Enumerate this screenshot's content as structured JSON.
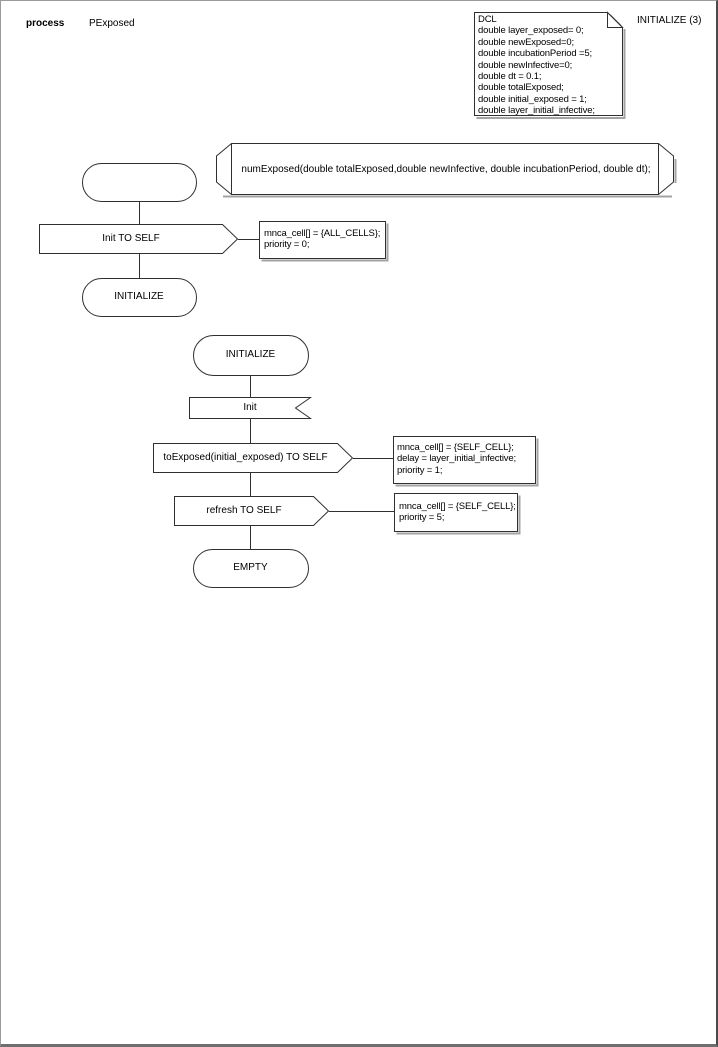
{
  "header": {
    "kind": "process",
    "name": "PExposed",
    "page_ref": "INITIALIZE (3)"
  },
  "declarations": {
    "title": "DCL",
    "lines": [
      "double layer_exposed= 0;",
      "double newExposed=0;",
      "double incubationPeriod =5;",
      "double newInfective=0;",
      "double dt = 0.1;",
      "double totalExposed;",
      "double initial_exposed = 1;",
      "double layer_initial_infective;"
    ]
  },
  "signature": {
    "text": "numExposed(double totalExposed,double newInfective, double incubationPeriod, double dt);"
  },
  "flow_start": {
    "output": "Init TO SELF",
    "comment": {
      "line1": "mnca_cell[] = {ALL_CELLS};",
      "line2": "priority = 0;"
    },
    "next_state": "INITIALIZE"
  },
  "flow_initialize": {
    "state": "INITIALIZE",
    "input": "Init",
    "output_to_exposed": "toExposed(initial_exposed) TO SELF",
    "comment_to_exposed": {
      "line1": "mnca_cell[] = {SELF_CELL};",
      "line2": "delay = layer_initial_infective;",
      "line3": "priority = 1;"
    },
    "output_refresh": "refresh TO SELF",
    "comment_refresh": {
      "line1": "mnca_cell[] = {SELF_CELL};",
      "line2": "priority = 5;"
    },
    "end_state": "EMPTY"
  },
  "colors": {
    "line": "#303030",
    "shadow": "#a3a3a3",
    "page_border": "#7a7a7a",
    "background": "#ffffff",
    "text": "#000000"
  }
}
